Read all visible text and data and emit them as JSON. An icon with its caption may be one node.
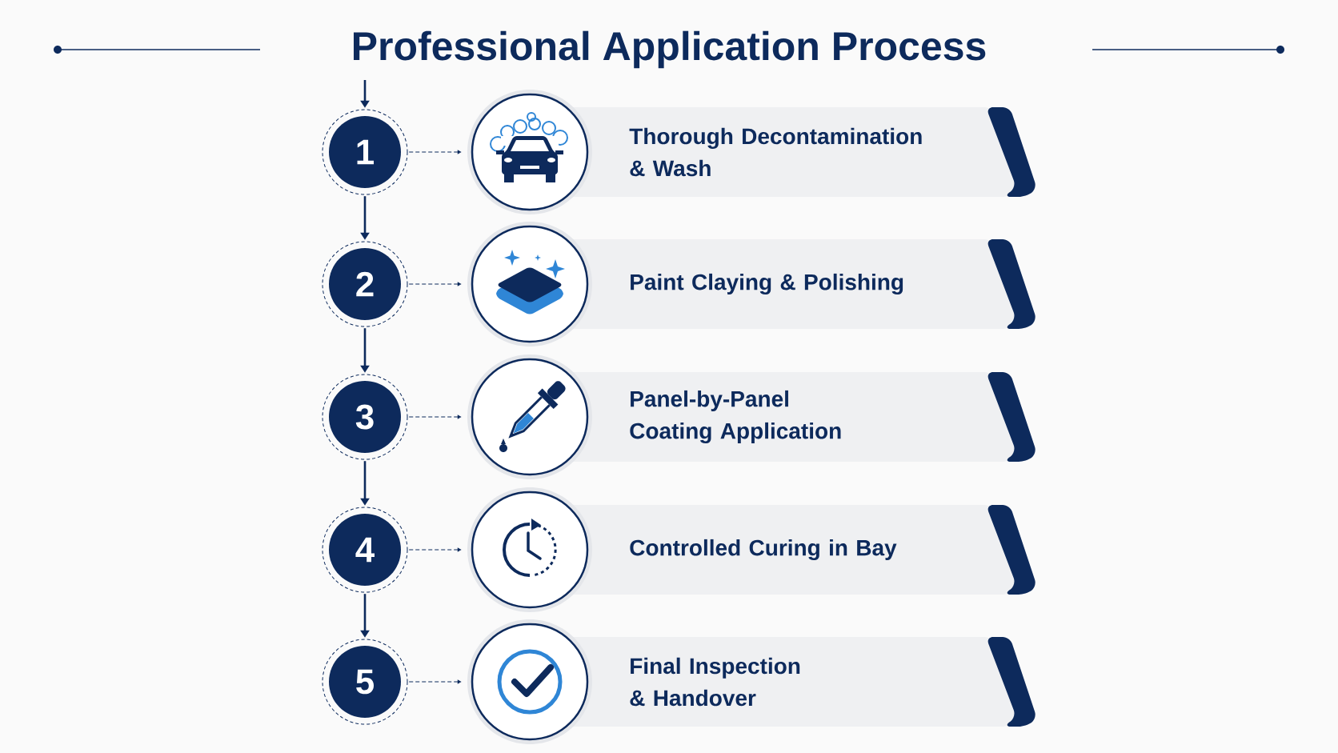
{
  "diagram": {
    "title": "Professional Application Process",
    "nodes": [
      {
        "text": [
          "1"
        ]
      },
      {
        "text": [],
        "shape": "circle"
      },
      {
        "text": [
          "Thorough Decontamination & Wash"
        ]
      },
      {
        "text": [
          "2"
        ]
      },
      {
        "text": [],
        "shape": "circle"
      },
      {
        "text": [
          "Paint Claying & Polishing"
        ]
      },
      {
        "text": [
          "3"
        ]
      },
      {
        "text": [],
        "shape": "circle"
      },
      {
        "text": [
          "Panel-by-Panel Coating Application"
        ]
      },
      {
        "text": [
          "4"
        ]
      },
      {
        "text": [],
        "shape": "circle"
      },
      {
        "text": [
          "Controlled Curing in Bay"
        ]
      },
      {
        "text": [
          "5"
        ]
      },
      {
        "text": [],
        "shape": "circle"
      },
      {
        "text": [
          "Final Inspection & Handover"
        ]
      }
    ],
    "edges": [
      {
        "from": null,
        "to": 0,
        "arrow": "to"
      },
      {
        "from": 0,
        "to": 1,
        "arrow": "to",
        "style": "dashed"
      },
      {
        "from": 0,
        "to": 3,
        "arrow": "to"
      },
      {
        "from": 3,
        "to": 4,
        "arrow": "to",
        "style": "dashed"
      },
      {
        "from": 3,
        "to": 6,
        "arrow": "to"
      },
      {
        "from": 6,
        "to": 7,
        "arrow": "to",
        "style": "dashed"
      },
      {
        "from": 6,
        "to": 9,
        "arrow": "to"
      },
      {
        "from": 9,
        "to": 10,
        "arrow": "to",
        "style": "dashed"
      },
      {
        "from": 9,
        "to": 12,
        "arrow": "to"
      },
      {
        "from": 12,
        "to": 13,
        "arrow": "to",
        "style": "dashed"
      }
    ]
  }
}
